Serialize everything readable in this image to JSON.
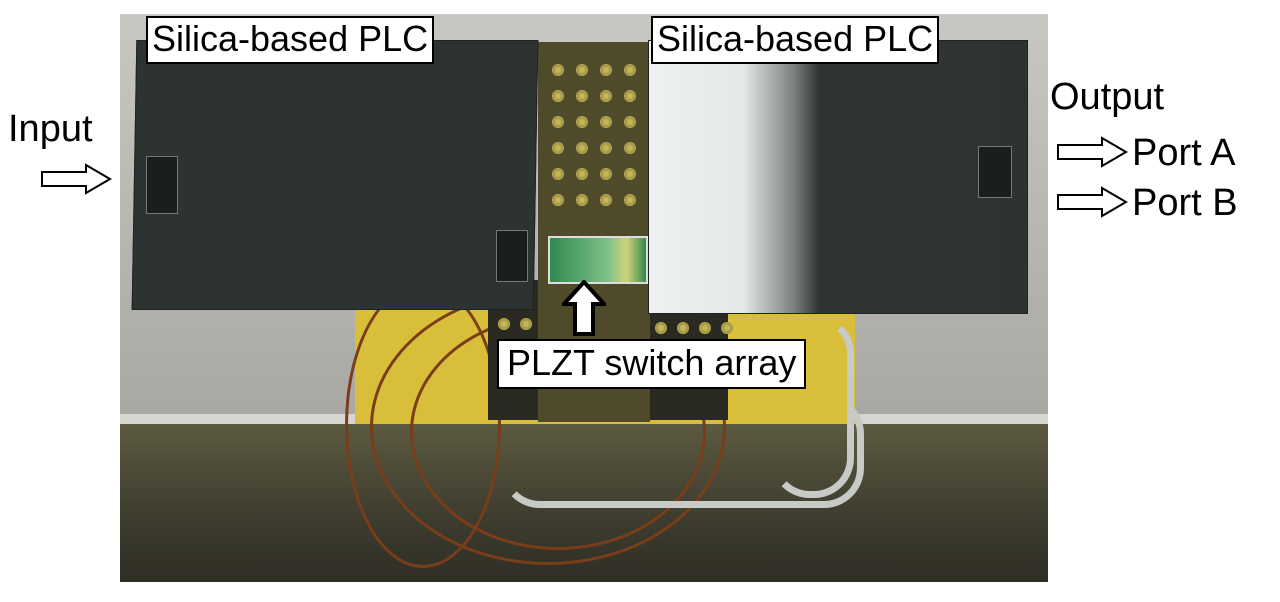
{
  "figure": {
    "labels": {
      "plc_left": "Silica-based PLC",
      "plc_right": "Silica-based PLC",
      "input": "Input",
      "output": "Output",
      "port_a": "Port A",
      "port_b": "Port B",
      "switch_array": "PLZT switch array"
    },
    "icons": {
      "input_arrow": "hollow-right-arrow",
      "port_a_arrow": "hollow-right-arrow",
      "port_b_arrow": "hollow-right-arrow",
      "switch_pointer": "up-arrow"
    },
    "colors": {
      "plc_body": "#2d3330",
      "yellow_pad": "#d9be3a",
      "copper_wire": "#7a3d1a",
      "chip_green": "#2f8a4e"
    }
  }
}
